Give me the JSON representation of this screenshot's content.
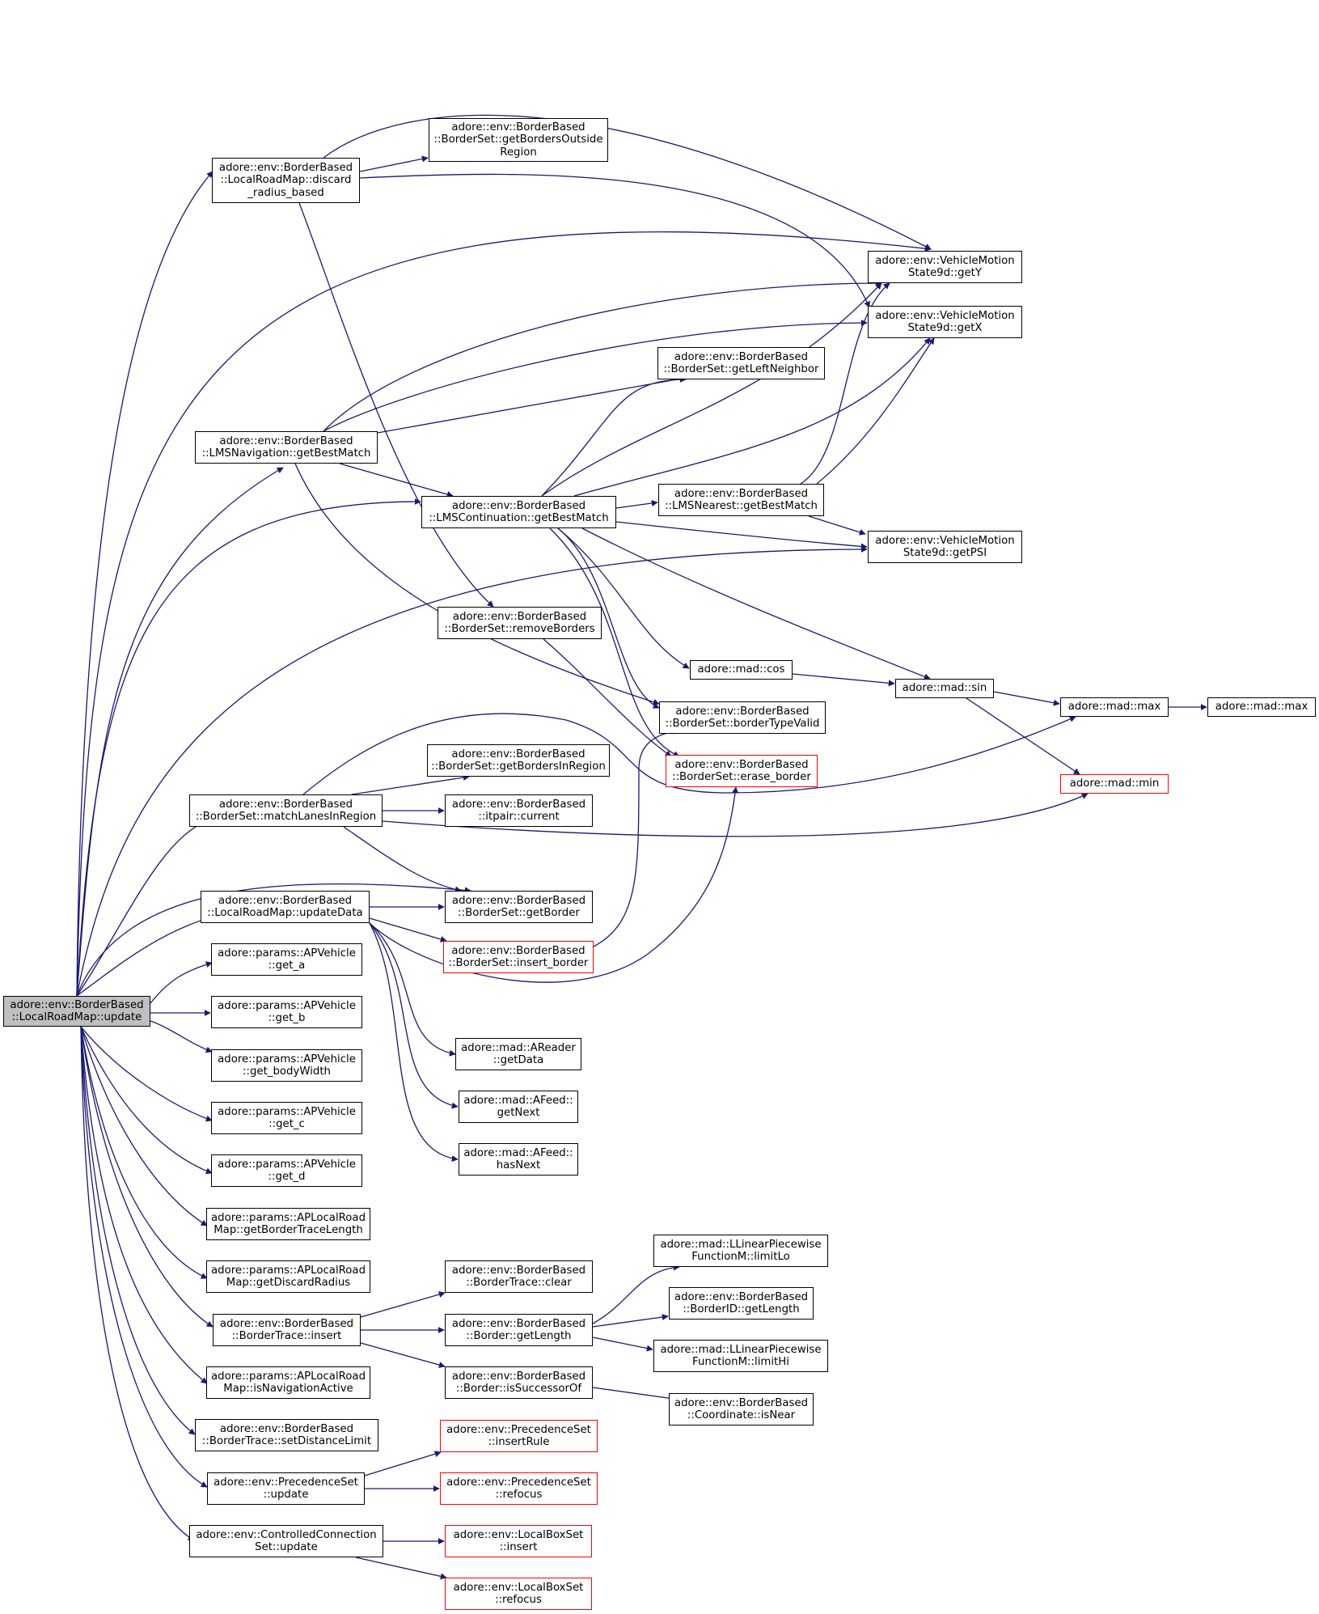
{
  "colors": {
    "edge": "#191970",
    "node_border": "#000000",
    "truncated_border": "#ff0000",
    "root_fill": "#bfbfbf"
  },
  "nodes": {
    "update": [
      "adore::env::BorderBased",
      "::LocalRoadMap::update"
    ],
    "discard": [
      "adore::env::BorderBased",
      "::LocalRoadMap::discard",
      "_radius_based"
    ],
    "outside": [
      "adore::env::BorderBased",
      "::BorderSet::getBordersOutside",
      "Region"
    ],
    "getY": [
      "adore::env::VehicleMotion",
      "State9d::getY"
    ],
    "getX": [
      "adore::env::VehicleMotion",
      "State9d::getX"
    ],
    "leftnb": [
      "adore::env::BorderBased",
      "::BorderSet::getLeftNeighbor"
    ],
    "lmsnav": [
      "adore::env::BorderBased",
      "::LMSNavigation::getBestMatch"
    ],
    "lmscont": [
      "adore::env::BorderBased",
      "::LMSContinuation::getBestMatch"
    ],
    "lmsnear": [
      "adore::env::BorderBased",
      "::LMSNearest::getBestMatch"
    ],
    "getPSI": [
      "adore::env::VehicleMotion",
      "State9d::getPSI"
    ],
    "remove": [
      "adore::env::BorderBased",
      "::BorderSet::removeBorders"
    ],
    "cos": [
      "adore::mad::cos"
    ],
    "sin": [
      "adore::mad::sin"
    ],
    "max1": [
      "adore::mad::max"
    ],
    "max2": [
      "adore::mad::max"
    ],
    "typevalid": [
      "adore::env::BorderBased",
      "::BorderSet::borderTypeValid"
    ],
    "erase": [
      "adore::env::BorderBased",
      "::BorderSet::erase_border"
    ],
    "min": [
      "adore::mad::min"
    ],
    "inregion": [
      "adore::env::BorderBased",
      "::BorderSet::getBordersInRegion"
    ],
    "matchlanes": [
      "adore::env::BorderBased",
      "::BorderSet::matchLanesInRegion"
    ],
    "current": [
      "adore::env::BorderBased",
      "::itpair::current"
    ],
    "updatedata": [
      "adore::env::BorderBased",
      "::LocalRoadMap::updateData"
    ],
    "getborder": [
      "adore::env::BorderBased",
      "::BorderSet::getBorder"
    ],
    "insertborder": [
      "adore::env::BorderBased",
      "::BorderSet::insert_border"
    ],
    "geta": [
      "adore::params::APVehicle",
      "::get_a"
    ],
    "getb": [
      "adore::params::APVehicle",
      "::get_b"
    ],
    "getbw": [
      "adore::params::APVehicle",
      "::get_bodyWidth"
    ],
    "getdata": [
      "adore::mad::AReader",
      "::getData"
    ],
    "getc": [
      "adore::params::APVehicle",
      "::get_c"
    ],
    "getnext": [
      "adore::mad::AFeed::",
      "getNext"
    ],
    "getd": [
      "adore::params::APVehicle",
      "::get_d"
    ],
    "hasnext": [
      "adore::mad::AFeed::",
      "hasNext"
    ],
    "btlen": [
      "adore::params::APLocalRoad",
      "Map::getBorderTraceLength"
    ],
    "limitlo": [
      "adore::mad::LLinearPiecewise",
      "FunctionM::limitLo"
    ],
    "discardrad": [
      "adore::params::APLocalRoad",
      "Map::getDiscardRadius"
    ],
    "btclear": [
      "adore::env::BorderBased",
      "::BorderTrace::clear"
    ],
    "bidlen": [
      "adore::env::BorderBased",
      "::BorderID::getLength"
    ],
    "btinsert": [
      "adore::env::BorderBased",
      "::BorderTrace::insert"
    ],
    "blen": [
      "adore::env::BorderBased",
      "::Border::getLength"
    ],
    "limithi": [
      "adore::mad::LLinearPiecewise",
      "FunctionM::limitHi"
    ],
    "navactive": [
      "adore::params::APLocalRoad",
      "Map::isNavigationActive"
    ],
    "issucc": [
      "adore::env::BorderBased",
      "::Border::isSuccessorOf"
    ],
    "isnear": [
      "adore::env::BorderBased",
      "::Coordinate::isNear"
    ],
    "setdist": [
      "adore::env::BorderBased",
      "::BorderTrace::setDistanceLimit"
    ],
    "insertrule": [
      "adore::env::PrecedenceSet",
      "::insertRule"
    ],
    "psupdate": [
      "adore::env::PrecedenceSet",
      "::update"
    ],
    "psrefocus": [
      "adore::env::PrecedenceSet",
      "::refocus"
    ],
    "ccupdate": [
      "adore::env::ControlledConnection",
      "Set::update"
    ],
    "lbinsert": [
      "adore::env::LocalBoxSet",
      "::insert"
    ],
    "lbrefocus": [
      "adore::env::LocalBoxSet",
      "::refocus"
    ]
  }
}
